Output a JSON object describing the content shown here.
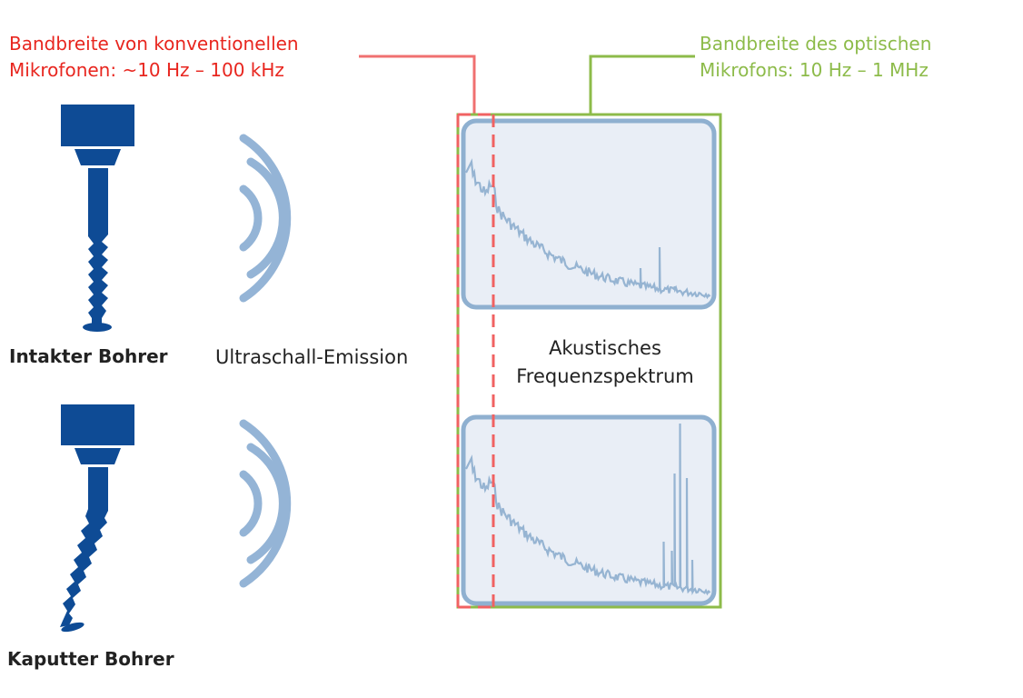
{
  "conventional": {
    "line1": "Bandbreite von konventionellen",
    "line2": "Mikrofonen: ~10 Hz – 100 kHz"
  },
  "optical": {
    "line1": "Bandbreite des optischen",
    "line2": "Mikrofons: 10 Hz – 1 MHz"
  },
  "drills": {
    "intact": "Intakter Bohrer",
    "broken": "Kaputter Bohrer"
  },
  "emission": "Ultraschall-Emission",
  "spectrum": {
    "line1": "Akustisches",
    "line2": "Frequenzspektrum"
  },
  "colors": {
    "drill": "#0e4b95",
    "wave": "#94b4d6",
    "red": "#e8261f",
    "green": "#8dbb4a",
    "panel_fill": "#e9eef6",
    "panel_stroke": "#8fb0d0"
  }
}
